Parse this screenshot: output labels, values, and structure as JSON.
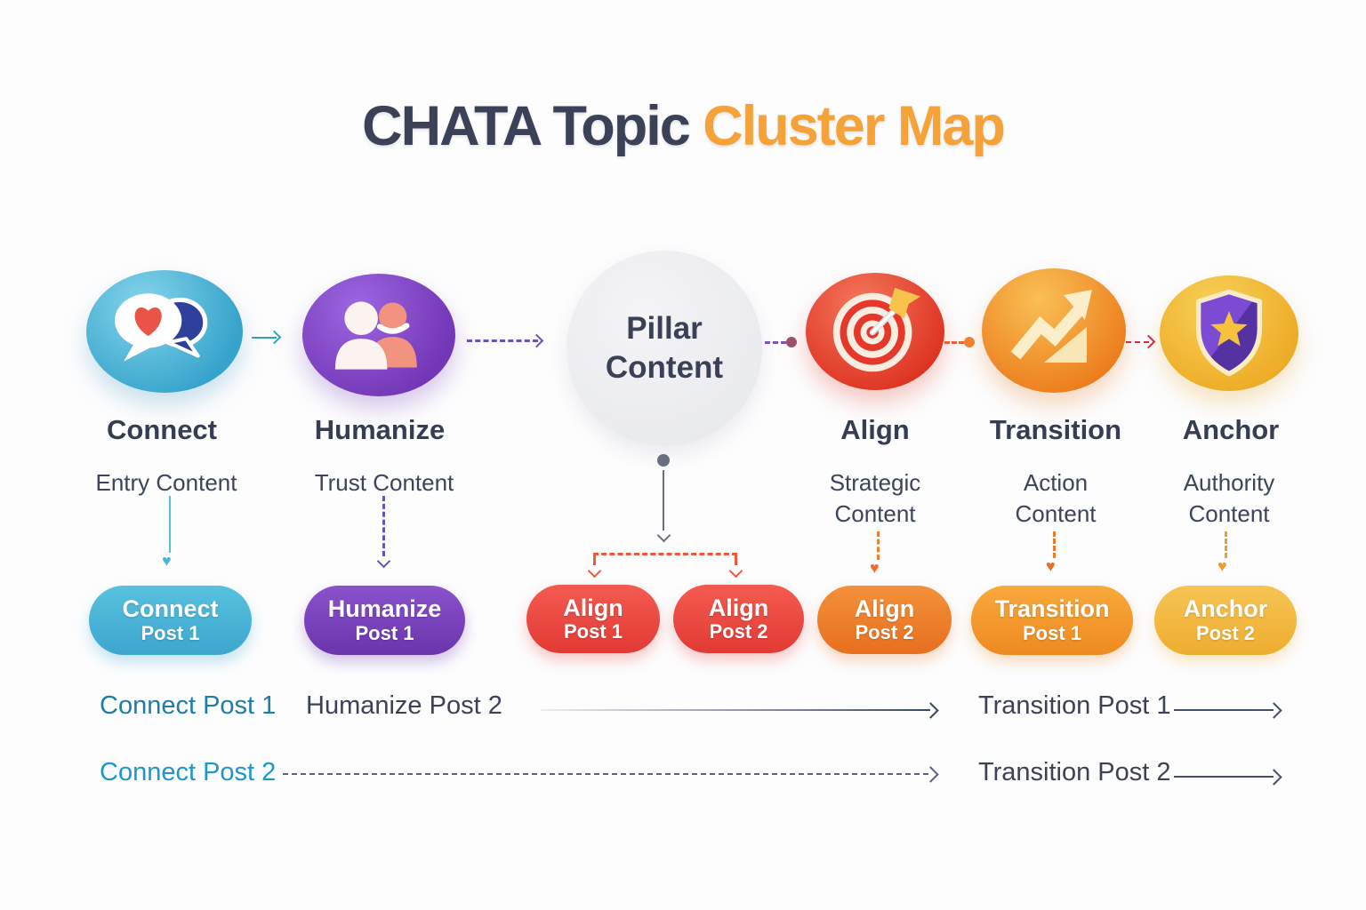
{
  "title": {
    "primary": "CHATA Topic",
    "accent": "Cluster Map",
    "primary_color": "#3b4258",
    "accent_color": "#f5a338"
  },
  "pillar": {
    "line1": "Pillar",
    "line2": "Content",
    "color": "#ededf1"
  },
  "nodes": [
    {
      "label": "Connect",
      "sublabel": "Entry Content",
      "color": "#3aa7cf",
      "icon": "chat-bubbles-heart"
    },
    {
      "label": "Humanize",
      "sublabel": "Trust Content",
      "color": "#7c44c2",
      "icon": "people"
    },
    {
      "label": "Align",
      "sublabel": "Strategic Content",
      "color": "#e64a2e",
      "icon": "target-dart"
    },
    {
      "label": "Transition",
      "sublabel": "Action Content",
      "color": "#f0902c",
      "icon": "chart-up-arrow"
    },
    {
      "label": "Anchor",
      "sublabel": "Authority Content",
      "color": "#f2bb3a",
      "icon": "shield-star"
    }
  ],
  "pills": [
    {
      "title": "Connect",
      "subtitle": "Post 1",
      "color": "#47b4d6"
    },
    {
      "title": "Humanize",
      "subtitle": "Post 1",
      "color": "#7a44c0"
    },
    {
      "title": "Align",
      "subtitle": "Post 1",
      "color": "#ee4a40"
    },
    {
      "title": "Align",
      "subtitle": "Post 2",
      "color": "#ee4a40"
    },
    {
      "title": "Align",
      "subtitle": "Post 2",
      "color": "#ef7f2a"
    },
    {
      "title": "Transition",
      "subtitle": "Post 1",
      "color": "#f39a2e"
    },
    {
      "title": "Anchor",
      "subtitle": "Post 2",
      "color": "#f2b93f"
    }
  ],
  "footer": {
    "row1": [
      "Connect Post 1",
      "Humanize Post 2",
      "Transition Post 1"
    ],
    "row2": [
      "Connect Post 2",
      "Transition Post 2"
    ],
    "link_blue_1": "#1e7da8",
    "link_blue_2": "#1b98cb",
    "link_dark": "#3b4256"
  },
  "glyphs": {
    "heart": "♥"
  }
}
